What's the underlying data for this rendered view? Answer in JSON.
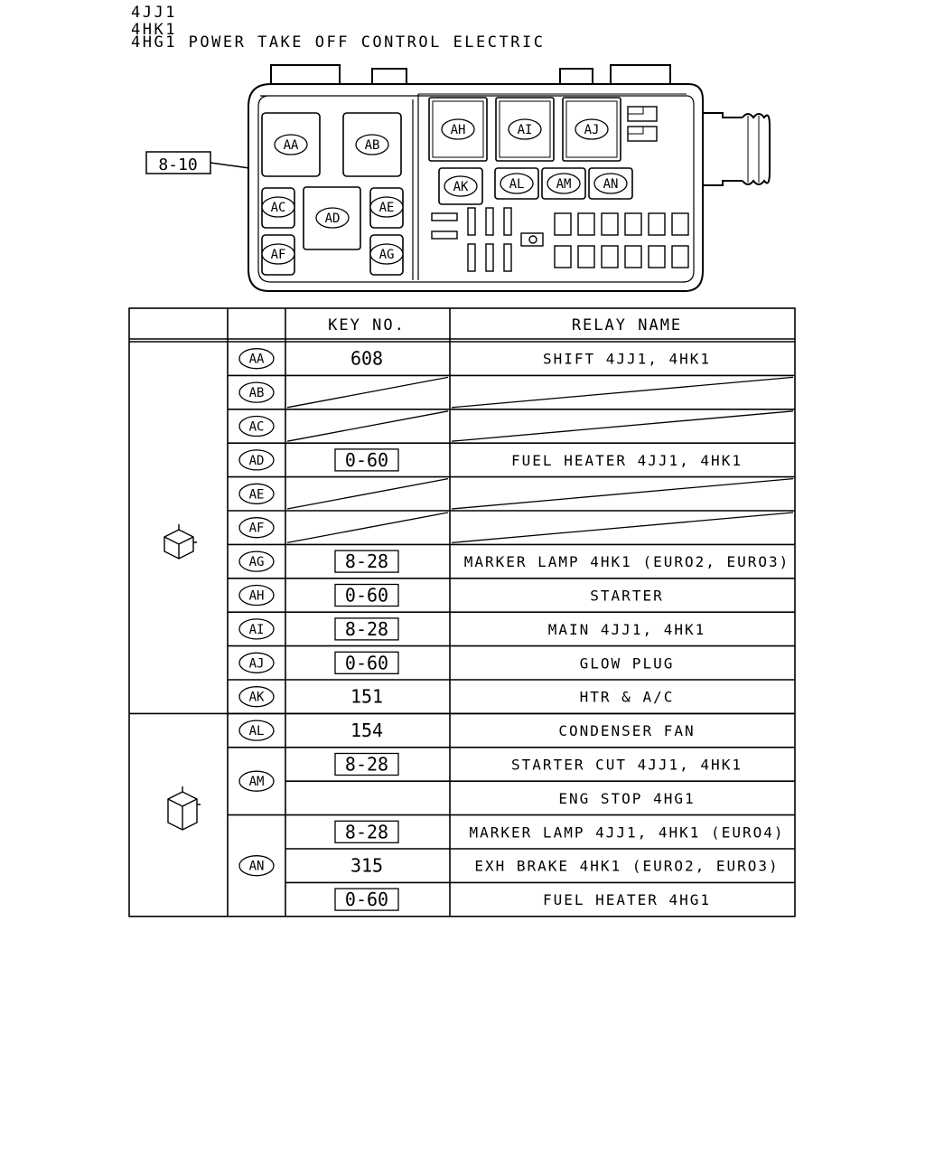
{
  "header": {
    "line1": "4JJ1",
    "line2": "4HK1",
    "line3": "4HG1 POWER TAKE OFF CONTROL ELECTRIC"
  },
  "callout": "8-10",
  "slots": {
    "AA": "AA",
    "AB": "AB",
    "AC": "AC",
    "AD": "AD",
    "AE": "AE",
    "AF": "AF",
    "AG": "AG",
    "AH": "AH",
    "AI": "AI",
    "AJ": "AJ",
    "AK": "AK",
    "AL": "AL",
    "AM": "AM",
    "AN": "AN"
  },
  "table": {
    "col_key": "KEY NO.",
    "col_relay": "RELAY NAME",
    "rows": [
      {
        "slot": "AA",
        "key": "608",
        "boxed": false,
        "name": "SHIFT 4JJ1, 4HK1",
        "group": "small"
      },
      {
        "slot": "AB",
        "key": "",
        "boxed": false,
        "name": "",
        "blank": true,
        "group": "small"
      },
      {
        "slot": "AC",
        "key": "",
        "boxed": false,
        "name": "",
        "blank": true,
        "group": "small"
      },
      {
        "slot": "AD",
        "key": "0-60",
        "boxed": true,
        "name": "FUEL HEATER 4JJ1, 4HK1",
        "group": "small"
      },
      {
        "slot": "AE",
        "key": "",
        "boxed": false,
        "name": "",
        "blank": true,
        "group": "small"
      },
      {
        "slot": "AF",
        "key": "",
        "boxed": false,
        "name": "",
        "blank": true,
        "group": "small"
      },
      {
        "slot": "AG",
        "key": "8-28",
        "boxed": true,
        "name": "MARKER LAMP 4HK1 (EURO2, EURO3)",
        "group": "small"
      },
      {
        "slot": "AH",
        "key": "0-60",
        "boxed": true,
        "name": "STARTER",
        "group": "small"
      },
      {
        "slot": "AI",
        "key": "8-28",
        "boxed": true,
        "name": "MAIN 4JJ1, 4HK1",
        "group": "small"
      },
      {
        "slot": "AJ",
        "key": "0-60",
        "boxed": true,
        "name": "GLOW PLUG",
        "group": "small"
      },
      {
        "slot": "AK",
        "key": "151",
        "boxed": false,
        "name": "HTR & A/C",
        "group": "small"
      },
      {
        "slot": "AL",
        "key": "154",
        "boxed": false,
        "name": "CONDENSER FAN",
        "group": "large"
      },
      {
        "slot": "AM",
        "key": "8-28",
        "boxed": true,
        "name": "STARTER CUT 4JJ1, 4HK1",
        "group": "large"
      },
      {
        "slot": "",
        "key": "",
        "boxed": false,
        "name": "ENG STOP 4HG1",
        "group": "large",
        "cont": true
      },
      {
        "slot": "AN",
        "key": "8-28",
        "boxed": true,
        "name": "MARKER LAMP 4JJ1, 4HK1 (EURO4)",
        "group": "large"
      },
      {
        "slot": "",
        "key": "315",
        "boxed": false,
        "name": "EXH BRAKE 4HK1 (EURO2, EURO3)",
        "group": "large",
        "cont": true
      },
      {
        "slot": "",
        "key": "0-60",
        "boxed": true,
        "name": "FUEL HEATER 4HG1",
        "group": "large",
        "cont": true
      }
    ]
  }
}
